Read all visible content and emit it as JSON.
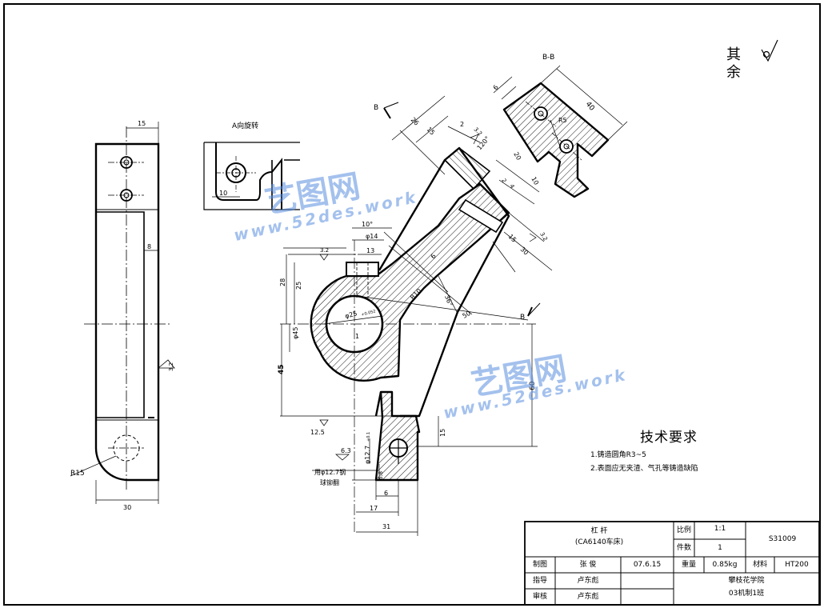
{
  "drawing": {
    "views": {
      "view_a_label": "A向旋转",
      "section_label": "B-B",
      "cut_b_left": "B",
      "cut_b_right": "B"
    },
    "surface_note": {
      "text_line1": "其",
      "text_line2": "余"
    },
    "dimensions": {
      "d15_top": "15",
      "d8_side": "8",
      "d30_bottom": "30",
      "r15": "R15",
      "rough_32_side": "3.2",
      "d10_a": "10",
      "d26": "26",
      "d15_top2": "15",
      "d2": "2",
      "rough_32_top": "3.2",
      "angle_120": "120°",
      "d20": "20",
      "d10_right": "10",
      "d2_right": "2",
      "d4_right": "4",
      "rough_32_right": "3.2",
      "d15_right": "15",
      "d30_right": "30",
      "d6_bb": "6",
      "d40_bb": "40",
      "r5_bb": "R5",
      "d10_deg": "10°",
      "phi14": "φ14",
      "d13": "13",
      "rough_32_left": "3.2",
      "d28": "28",
      "d25": "25",
      "d6_mid": "6",
      "r10": "R10",
      "angle_36": "36°",
      "d50": "50",
      "phi25": "φ25",
      "phi25_tol": "+0.052",
      "phi45": "φ45",
      "d1": "1",
      "d45": "45",
      "d60": "60",
      "rough_125": "12.5",
      "rough_63": "6.3",
      "d15_low": "15",
      "phi12": "φ12.7",
      "phi12_tol": "+0.1",
      "d6_8": "6.8",
      "d6_low": "6",
      "d17": "17",
      "d31": "31",
      "ball_note1": "用φ12.7钢",
      "ball_note2": "球铆翻"
    }
  },
  "requirements": {
    "title": "技术要求",
    "items": [
      "1.铸造圆角R3~5",
      "2.表面应无夹渣、气孔等铸造缺陷"
    ]
  },
  "title_block": {
    "part_name": "杠  杆",
    "machine": "(CA6140车床)",
    "scale_label": "比例",
    "scale_value": "1:1",
    "drawing_no": "S31009",
    "qty_label": "件数",
    "qty_value": "1",
    "drawn_label": "制图",
    "drawn_name": "张  俊",
    "drawn_date": "07.6.15",
    "weight_label": "重量",
    "weight_value": "0.85kg",
    "material_label": "材料",
    "material_value": "HT200",
    "guide_label": "指导",
    "guide_name": "卢东彪",
    "check_label": "审核",
    "check_name": "卢东彪",
    "school": "攀枝花学院",
    "class": "03机制1班"
  },
  "watermark": {
    "cn": "艺图网",
    "url": "www.52des.work"
  }
}
